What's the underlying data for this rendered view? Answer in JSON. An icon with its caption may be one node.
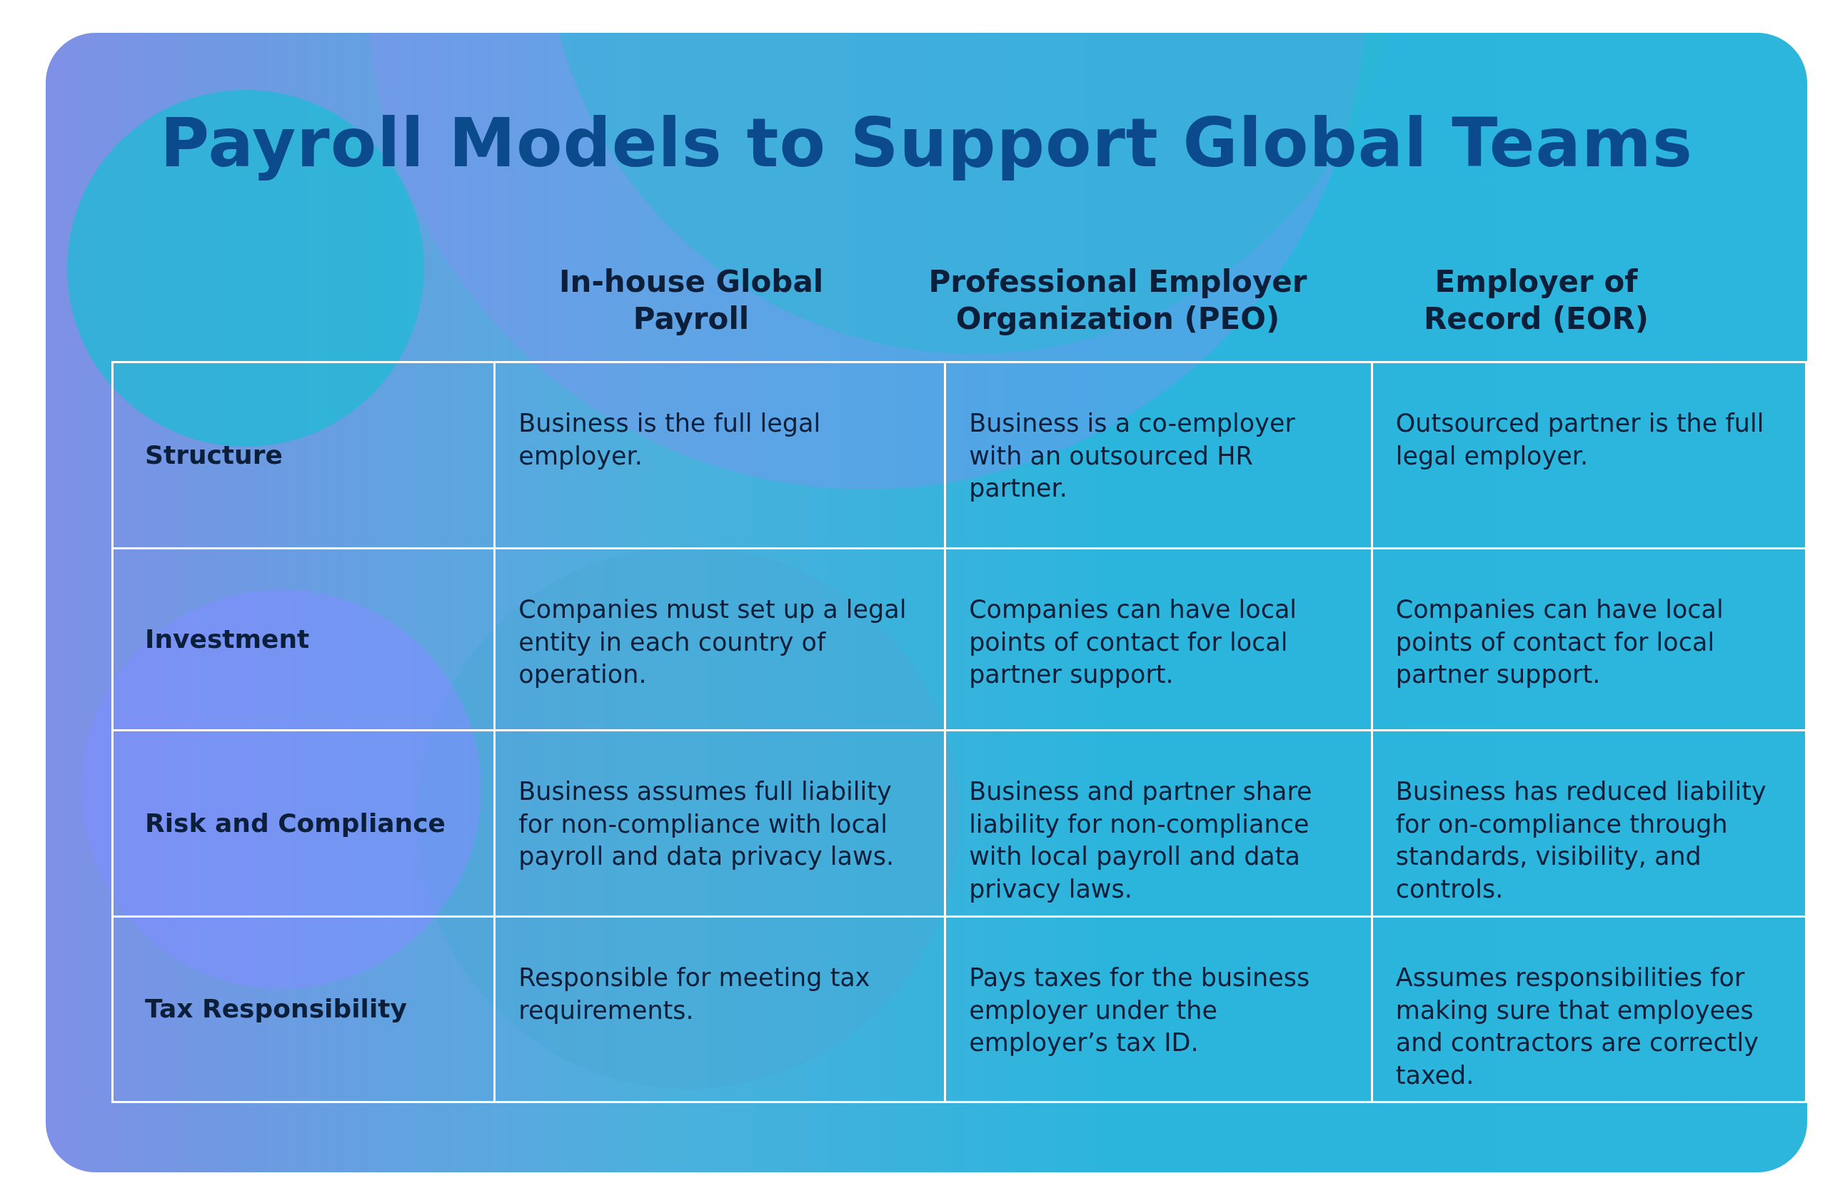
{
  "diagram": {
    "title": "Payroll Models to Support Global Teams",
    "labels": [
      "In-house Global Payroll",
      "Professional Employer Organization (PEO)",
      "Employer of Record (EOR)",
      "Structure",
      "Business is the full legal employer.",
      "Business is a co-employer with an outsourced HR partner.",
      "Outsourced partner is the full legal employer.",
      "Investment",
      "Companies must set up a legal entity in each country of operation.",
      "Companies can have local points of contact for local partner support.",
      "Companies can have local points of contact for local partner support.",
      "Risk and Compliance",
      "Business assumes full liability for non-compliance with local payroll and data privacy laws.",
      "Business and partner share liability for non-compliance with local payroll and data privacy laws.",
      "Business has reduced liability for on-compliance through standards, visibility, and controls.",
      "Tax Responsibility",
      "Responsible for meeting tax requirements.",
      "Pays taxes for the business employer under the employer’s tax ID.",
      "Assumes responsibilities for making sure that employees and contractors are correctly taxed."
    ]
  }
}
